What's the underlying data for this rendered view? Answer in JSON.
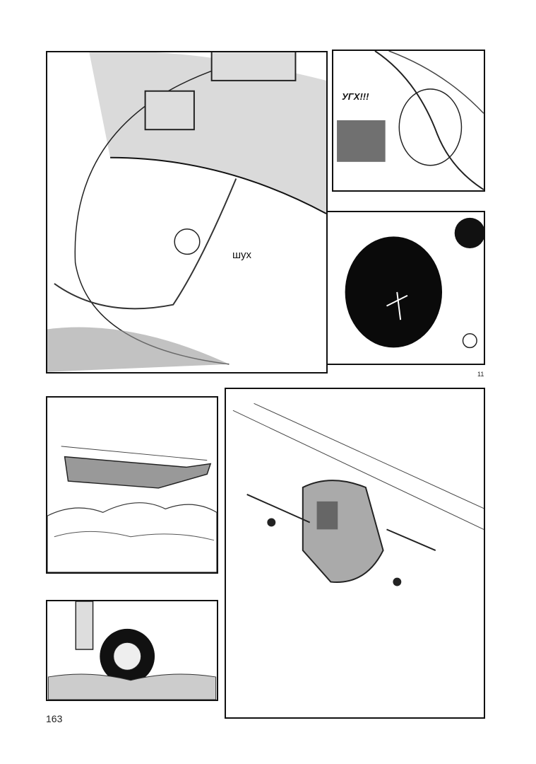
{
  "page": {
    "page_number": "163",
    "chapter_page": "11"
  },
  "panels": [
    {
      "id": 1,
      "scene": "flying-character-over-forest",
      "sfx": "шух"
    },
    {
      "id": 2,
      "scene": "character-closeup",
      "sfx": "УГХ!!!"
    },
    {
      "id": 3,
      "scene": "helmet-closeup"
    },
    {
      "id": 4,
      "scene": "helicopter-side-view"
    },
    {
      "id": 5,
      "scene": "helicopter-front-view"
    },
    {
      "id": 6,
      "scene": "landing-gear-wheel"
    }
  ]
}
